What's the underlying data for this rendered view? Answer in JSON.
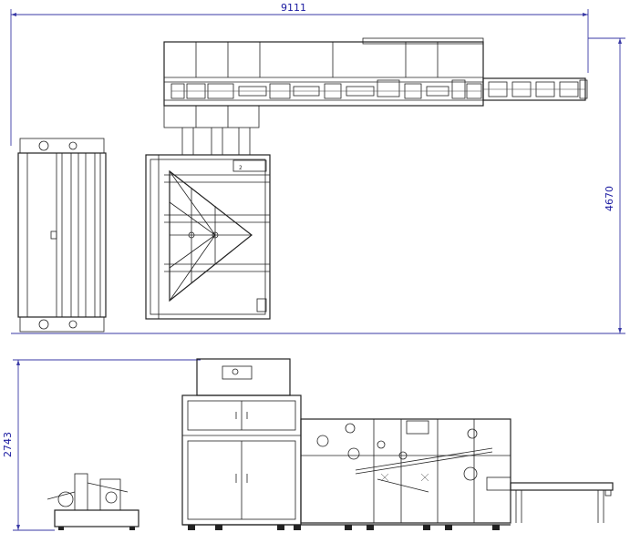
{
  "dimensions": {
    "overall_width": "9111",
    "plan_depth": "4670",
    "elevation_height": "2743"
  },
  "plan_labels": {
    "unit_label": "2"
  },
  "colors": {
    "dimension": "#1a1aa0",
    "linework": "#222222",
    "background": "#ffffff"
  }
}
